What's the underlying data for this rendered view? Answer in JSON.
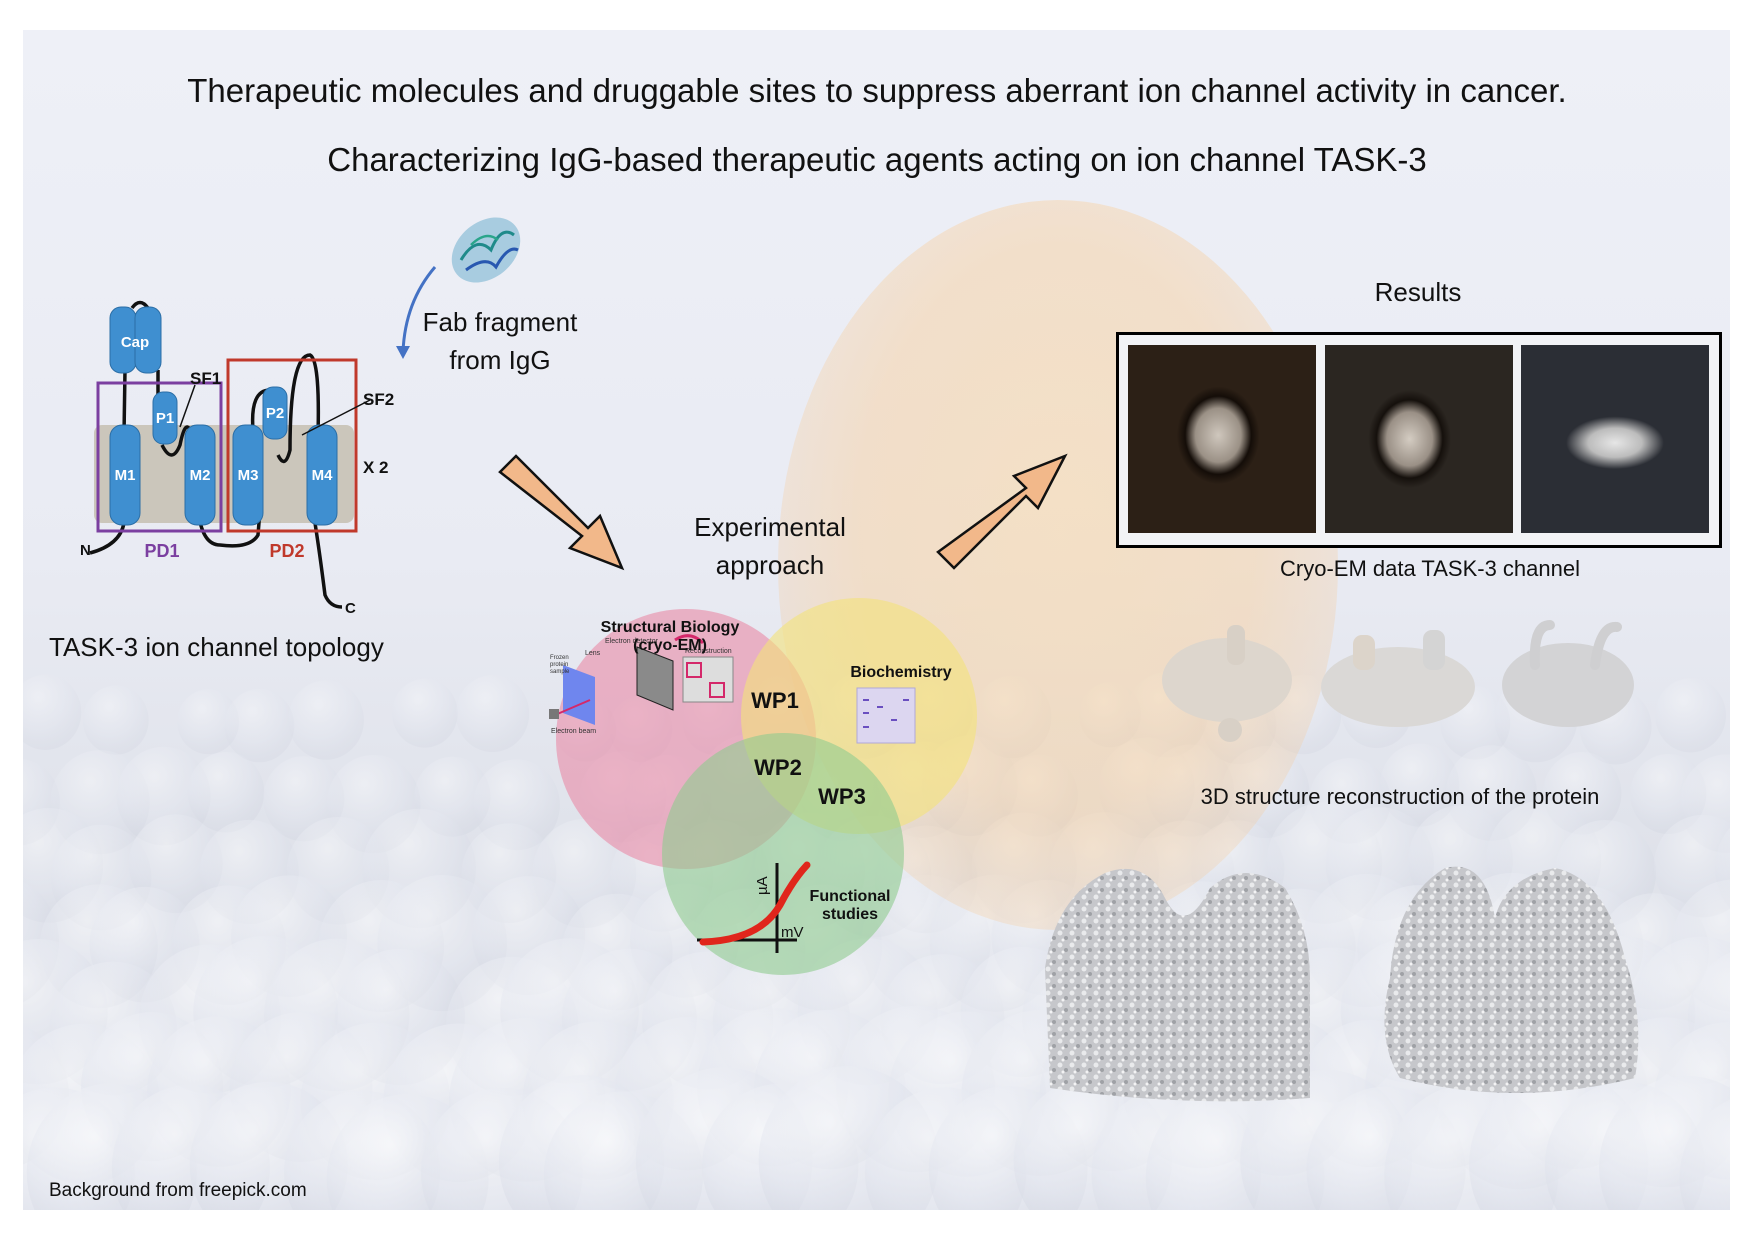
{
  "header": {
    "title": "Therapeutic molecules and druggable sites to suppress aberrant ion channel activity in cancer.",
    "subtitle": "Characterizing IgG-based therapeutic agents acting on ion channel TASK-3"
  },
  "topology": {
    "caption": "TASK-3 ion channel topology",
    "helices": [
      "M1",
      "M2",
      "M3",
      "M4"
    ],
    "pore_helices": [
      "P1",
      "P2"
    ],
    "cap_label": "Cap",
    "selectivity_filters": [
      "SF1",
      "SF2"
    ],
    "domains": [
      {
        "label": "PD1",
        "color": "#7b3fa0"
      },
      {
        "label": "PD2",
        "color": "#c0392b"
      }
    ],
    "multiplier": "X 2",
    "n_terminus": "N",
    "c_terminus": "C",
    "helix_color": "#3f8fd0",
    "membrane_color": "#cbc6bb"
  },
  "fab": {
    "line1": "Fab fragment",
    "line2": "from IgG",
    "arrow_color": "#4472c4"
  },
  "approach": {
    "line1": "Experimental",
    "line2": "approach",
    "arrow_fill": "#f2b88a",
    "circles": [
      {
        "title_line1": "Structural Biology",
        "title_line2": "(cryo-EM)",
        "color": "#e98aa6",
        "labels": [
          "Electron detector",
          "Lens",
          "Frozen",
          "protein",
          "sample",
          "Reconstruction",
          "Electron beam"
        ]
      },
      {
        "title_line1": "Biochemistry",
        "color": "#f3e27a"
      },
      {
        "title_line1": "Functional",
        "title_line2": "studies",
        "color": "#8fcc8f",
        "axis_y": "µA",
        "axis_x": "mV"
      }
    ],
    "work_packages": [
      "WP1",
      "WP2",
      "WP3"
    ]
  },
  "results": {
    "title": "Results",
    "cryo_caption": "Cryo-EM data TASK-3 channel",
    "recon_caption": "3D structure reconstruction of the protein"
  },
  "footer": {
    "credit": "Background from freepick.com"
  }
}
